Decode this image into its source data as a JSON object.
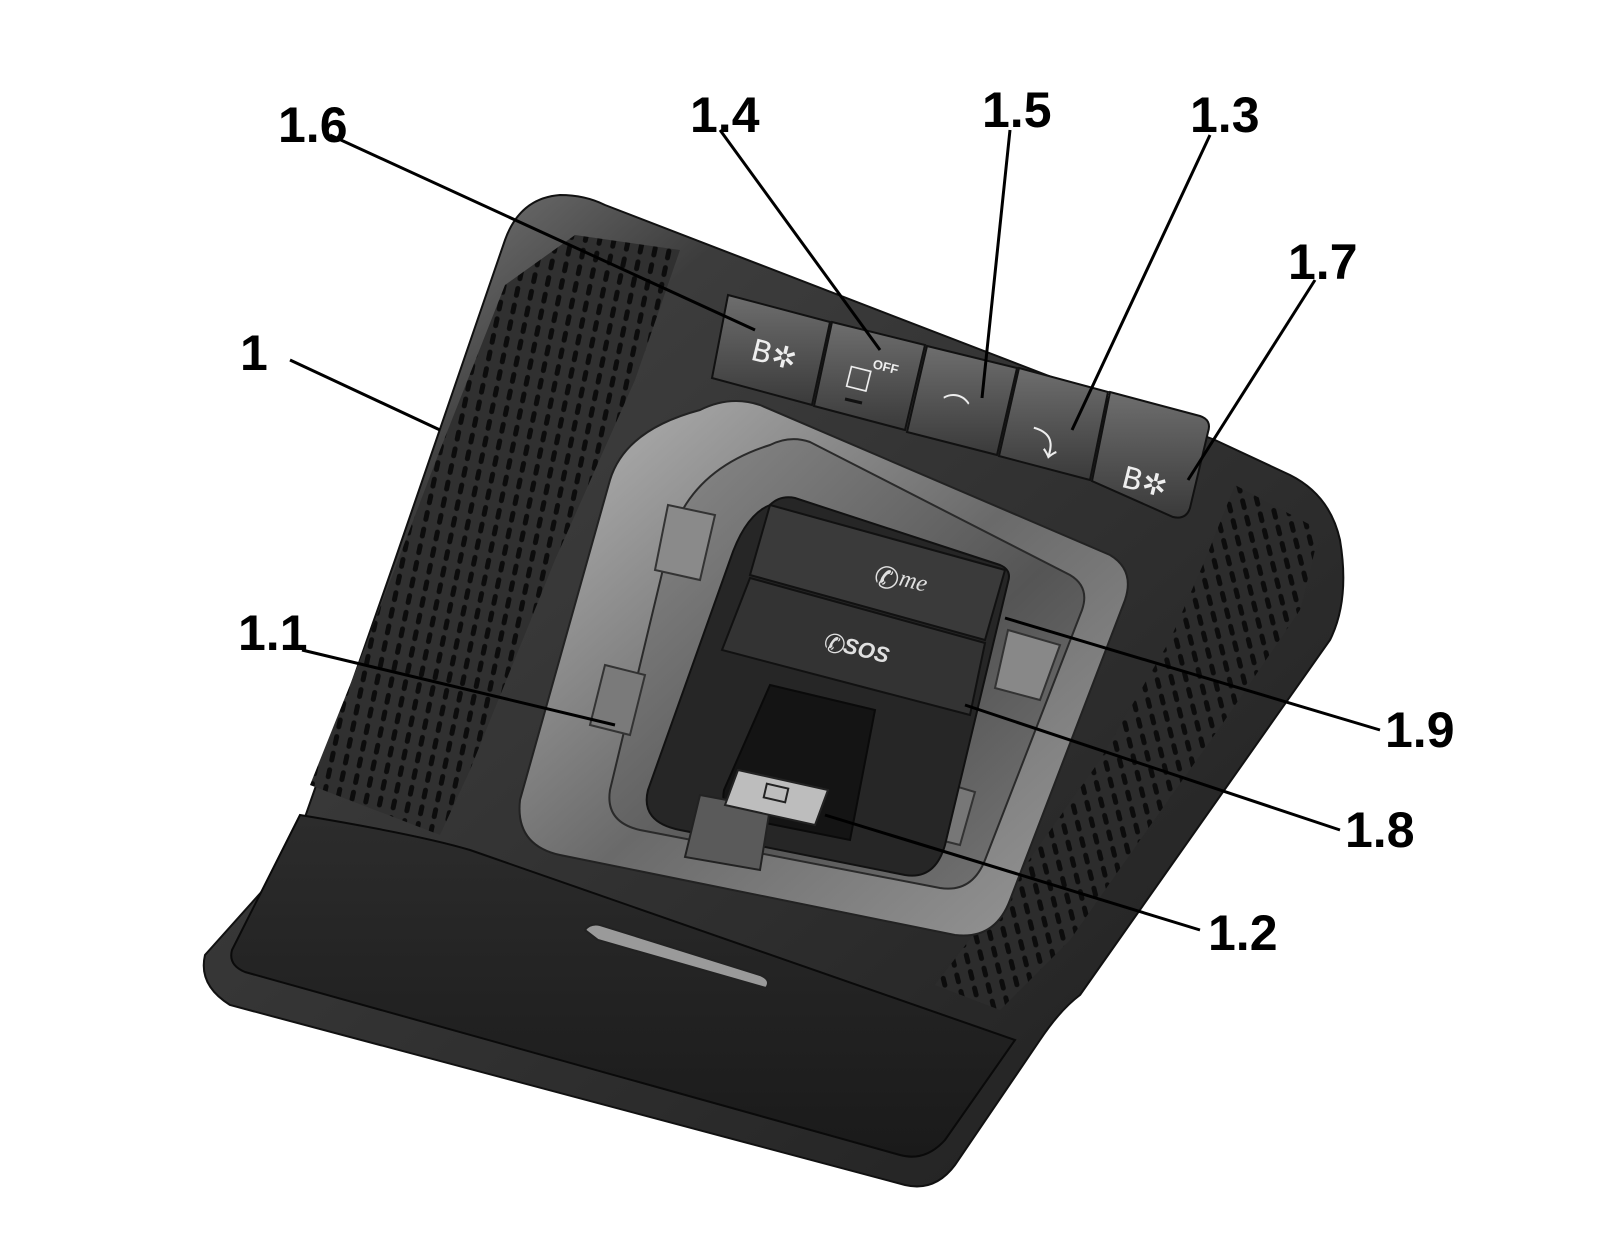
{
  "callouts": {
    "unit": "1",
    "c1_1": "1.1",
    "c1_2": "1.2",
    "c1_3": "1.3",
    "c1_4": "1.4",
    "c1_5": "1.5",
    "c1_6": "1.6",
    "c1_7": "1.7",
    "c1_8": "1.8",
    "c1_9": "1.9"
  },
  "buttons": {
    "sunroof_off_text": "OFF",
    "me_call_text": "me",
    "sos_call_text": "SOS"
  },
  "icons": {
    "reading_lamp_left": "reading-lamp-icon",
    "sunroof_off": "sunroof-off-icon",
    "interior_light": "interior-light-icon",
    "sunshade": "sunshade-icon",
    "reading_lamp_right": "reading-lamp-icon",
    "me_call": "phone-me-icon",
    "sos_call": "phone-sos-icon",
    "compartment": "compartment-icon"
  },
  "colors": {
    "console_dark": "#2a2a2a",
    "console_mid": "#4a4a4a",
    "console_light": "#8a8a8a",
    "leader_line": "#000000",
    "background": "#ffffff"
  }
}
